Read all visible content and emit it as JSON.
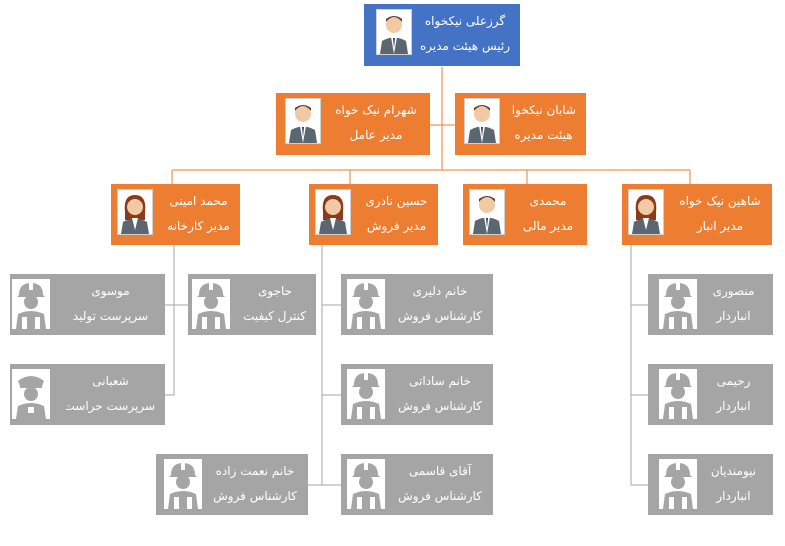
{
  "chairman": {
    "name": "گرزعلی نیکخواه",
    "role": "رئیس هیئت مدیره",
    "icon": "man-suit-icon"
  },
  "executives": [
    {
      "name": "شهرام نیک خواه",
      "role": "مدیر عامل",
      "icon": "man-suit-icon"
    },
    {
      "name": "شایان نیکخواه",
      "role": "هیئت مدیره",
      "icon": "man-suit-icon"
    }
  ],
  "managers": [
    {
      "name": "محمد امینی",
      "role": "مدیر کارخانه",
      "icon": "woman-avatar-icon"
    },
    {
      "name": "حسین نادری",
      "role": "مدیر فروش",
      "icon": "woman-avatar-icon"
    },
    {
      "name": "محمدی",
      "role": "مدیر مالی",
      "icon": "man-suit-icon"
    },
    {
      "name": "شاهین نیک خواه",
      "role": "مدیر انبار",
      "icon": "woman-avatar-icon"
    }
  ],
  "factory_staff": [
    {
      "name": "موسوی",
      "role": "سرپرست تولید",
      "icon": "worker-helmet-icon"
    },
    {
      "name": "حاجوی",
      "role": "کنترل کیفیت",
      "icon": "worker-helmet-icon"
    },
    {
      "name": "شعبانی",
      "role": "سرپرست حراست",
      "icon": "security-guard-icon"
    }
  ],
  "sales_staff": [
    {
      "name": "خانم دلیری",
      "role": "کارشناس فروش",
      "icon": "worker-helmet-icon"
    },
    {
      "name": "خانم ساداتی",
      "role": "کارشناس فروش",
      "icon": "worker-helmet-icon"
    },
    {
      "name": "آقای قاسمی",
      "role": "کارشناس فروش",
      "icon": "worker-helmet-icon"
    },
    {
      "name": "خانم نعمت زاده",
      "role": "کارشناس فروش",
      "icon": "worker-helmet-icon"
    }
  ],
  "warehouse_staff": [
    {
      "name": "منصوری",
      "role": "انباردار",
      "icon": "worker-helmet-icon"
    },
    {
      "name": "رحیمی",
      "role": "انباردار",
      "icon": "worker-helmet-icon"
    },
    {
      "name": "نیومندیان",
      "role": "انباردار",
      "icon": "worker-helmet-icon"
    }
  ],
  "colors": {
    "chairman": "#4472c4",
    "management": "#ed7d31",
    "staff": "#a5a5a5",
    "connector": "#ed7d31",
    "staff_connector": "#a5a5a5"
  }
}
